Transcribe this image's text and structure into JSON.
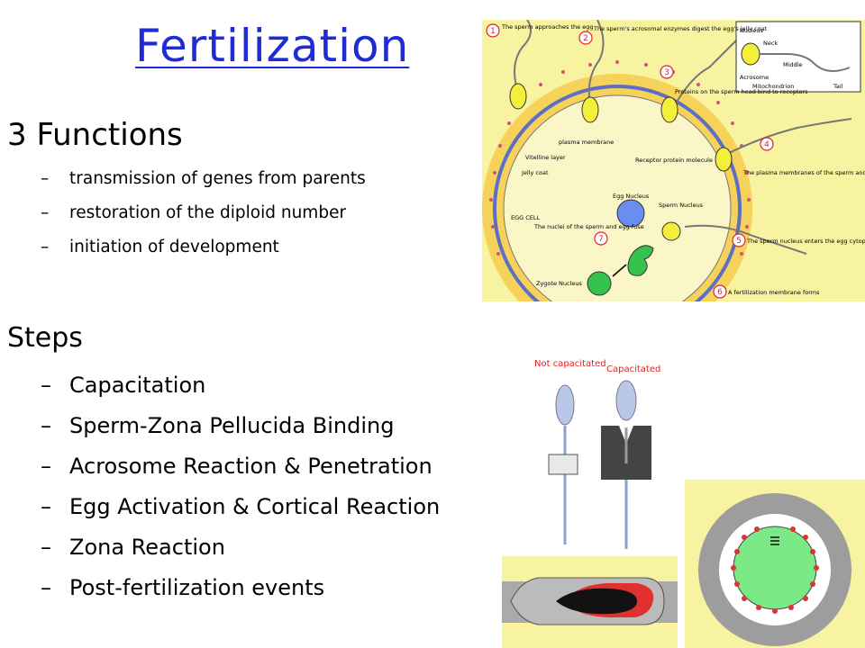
{
  "slide": {
    "title": "Fertilization",
    "functions_heading": "3 Functions",
    "functions": [
      "transmission of genes from parents",
      "restoration of the diploid number",
      "initiation of development"
    ],
    "steps_heading": "Steps",
    "steps": [
      "Capacitation",
      "Sperm-Zona Pellucida Binding",
      "Acrosome Reaction & Penetration",
      "Egg Activation & Cortical Reaction",
      "Zona Reaction",
      "Post-fertilization events"
    ],
    "bullet_dash": "–"
  },
  "diagram": {
    "steps": [
      {
        "num": "1",
        "text": "The sperm approaches the egg"
      },
      {
        "num": "2",
        "text": "The sperm's acrosomal enzymes digest the egg's jelly coat"
      },
      {
        "num": "3",
        "text": "Proteins on the sperm head bind to receptors"
      },
      {
        "num": "4",
        "text": "The plasma membranes of the sperm and egg fuse"
      },
      {
        "num": "5",
        "text": "The sperm nucleus enters the egg cytoplasm"
      },
      {
        "num": "6",
        "text": "A fertilization membrane forms"
      },
      {
        "num": "7",
        "text": "The nuclei of the sperm and egg fuse"
      }
    ],
    "labels": {
      "plasma_membrane": "plasma membrane",
      "vitelline_layer": "Vitelline layer",
      "jelly_coat": "Jelly coat",
      "receptor": "Receptor protein molecule",
      "egg_nucleus": "Egg Nucleus",
      "sperm_nucleus": "Sperm Nucleus",
      "egg_cell": "EGG CELL",
      "zygote_nucleus": "Zygote Nucleus"
    },
    "sperm_parts": {
      "nucleus": "Nucleus",
      "neck": "Neck",
      "middle": "Middle",
      "acrosome": "Acrosome",
      "mitochondrion": "Mitochondrion",
      "tail": "Tail"
    }
  },
  "capacitation_figure": {
    "not_capacitated": "Not capacitated",
    "capacitated": "Capacitated"
  }
}
